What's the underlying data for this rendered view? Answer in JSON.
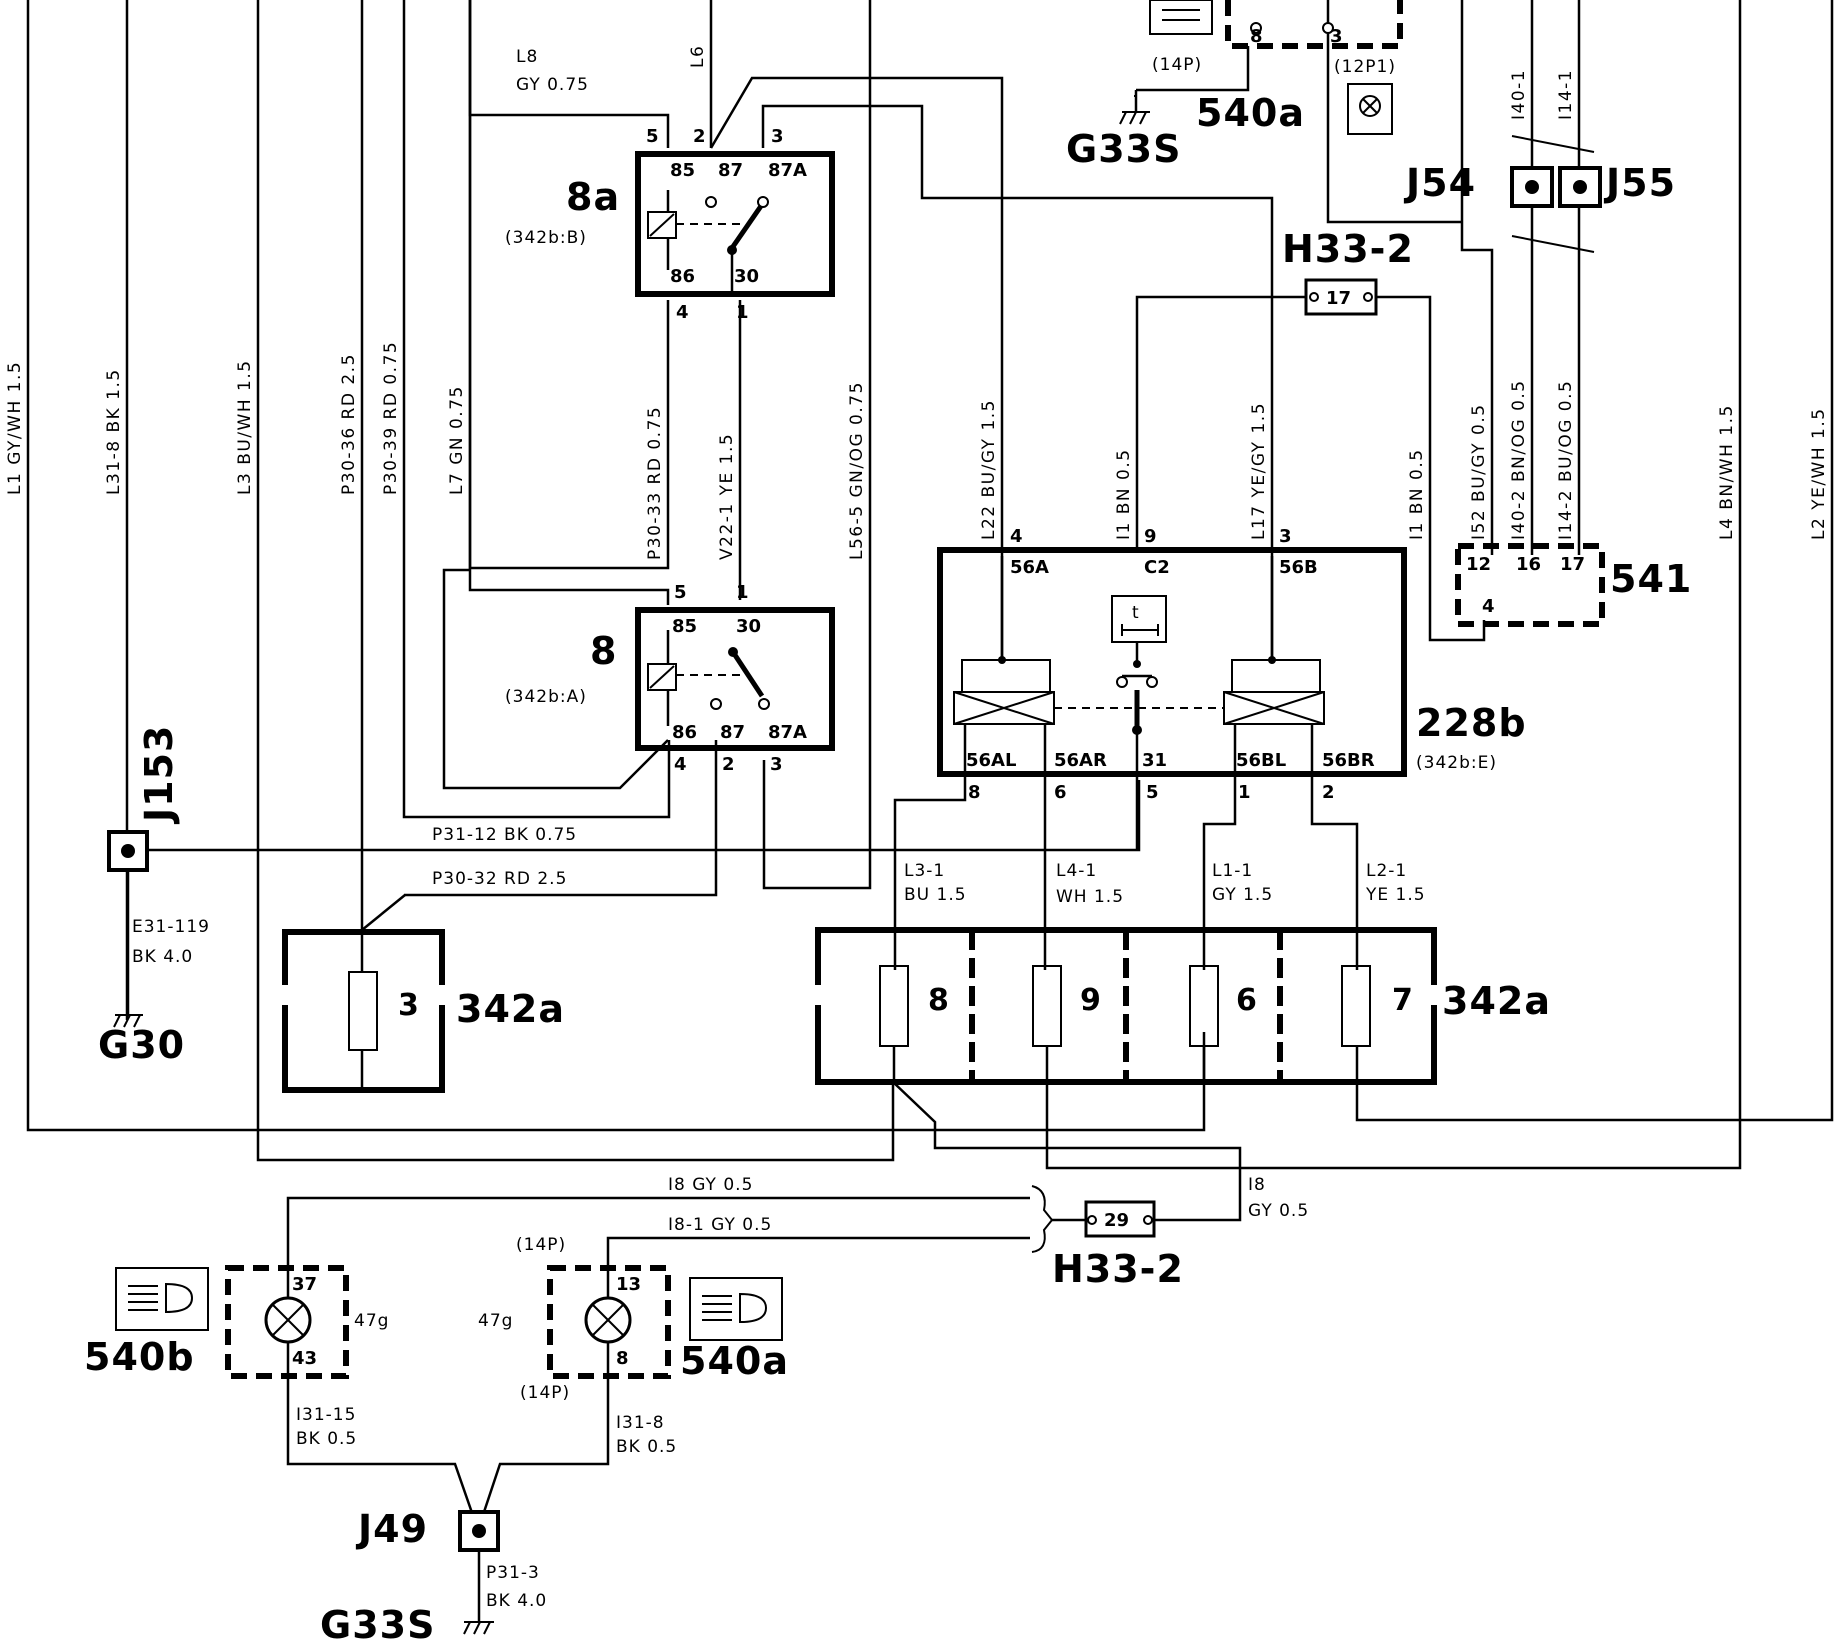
{
  "components": {
    "relay_8a": {
      "name": "8a",
      "ref": "(342b:B)",
      "terminals": [
        "85",
        "87",
        "87A",
        "86",
        "30"
      ],
      "pins": [
        "5",
        "2",
        "3",
        "4",
        "1"
      ]
    },
    "relay_8": {
      "name": "8",
      "ref": "(342b:A)",
      "terminals": [
        "85",
        "30",
        "86",
        "87",
        "87A"
      ],
      "pins": [
        "5",
        "1",
        "4",
        "2",
        "3"
      ]
    },
    "switch_228b": {
      "name": "228b",
      "ref": "(342b:E)",
      "terminals": [
        "56A",
        "C2",
        "56B",
        "56AL",
        "56AR",
        "31",
        "56BL",
        "56BR"
      ],
      "pins": [
        "4",
        "9",
        "3",
        "8",
        "6",
        "5",
        "1",
        "2"
      ],
      "timer": "t"
    },
    "fusebox_left": {
      "name": "342a",
      "fuses": [
        "3"
      ]
    },
    "fusebox_right": {
      "name": "342a",
      "fuses": [
        "8",
        "9",
        "6",
        "7"
      ]
    },
    "connector_541": {
      "name": "541",
      "pins": [
        "12",
        "16",
        "17",
        "4"
      ]
    },
    "connector_h33_top": {
      "name": "H33-2",
      "pin": "17"
    },
    "connector_h33_bottom": {
      "name": "H33-2",
      "pin": "29"
    },
    "lamp_540b": {
      "name": "540b",
      "code": "47g",
      "pins": [
        "37",
        "43"
      ]
    },
    "lamp_540a_bottom": {
      "name": "540a",
      "code": "47g",
      "pins": [
        "13",
        "8"
      ],
      "conn_top": "(14P)",
      "conn_bottom": "(14P)"
    },
    "lamp_540a_top": {
      "name": "540a",
      "pins": [
        "8",
        "3"
      ],
      "conn_left": "(14P)",
      "conn_right": "(12P1)"
    }
  },
  "grounds": {
    "g30": "G30",
    "g33s_top": "G33S",
    "g33s_bottom": "G33S"
  },
  "junctions": {
    "j153": "J153",
    "j54": "J54",
    "j55": "J55",
    "j49": "J49"
  },
  "wires": {
    "l1": "L1  GY/WH 1.5",
    "l31_8": "L31-8  BK 1.5",
    "l3": "L3  BU/WH 1.5",
    "p30_36": "P30-36  RD 2.5",
    "p30_39": "P30-39  RD 0.75",
    "l7": "L7  GN 0.75",
    "l8_id": "L8",
    "l8_spec": "GY 0.75",
    "l6": "L6",
    "p30_33": "P30-33  RD 0.75",
    "v22_1": "V22-1  YE 1.5",
    "l56_5": "L56-5  GN/OG 0.75",
    "l22": "L22  BU/GY 1.5",
    "i1_mid": "I1  BN 0.5",
    "l17": "L17  YE/GY 1.5",
    "i1_right": "I1  BN 0.5",
    "i52": "I52  BU/GY 0.5",
    "i40_2": "I40-2  BN/OG 0.5",
    "i14_2": "I14-2  BU/OG 0.5",
    "i40_1": "I40-1",
    "i14_1": "I14-1",
    "l4": "L4  BN/WH 1.5",
    "l2": "L2  YE/WH 1.5",
    "p31_12": "P31-12   BK 0.75",
    "p30_32": "P30-32   RD 2.5",
    "e31_119_id": "E31-119",
    "e31_119_spec": "BK 4.0",
    "l3_1_id": "L3-1",
    "l3_1_spec": "BU 1.5",
    "l4_1_id": "L4-1",
    "l4_1_spec": "WH 1.5",
    "l1_1_id": "L1-1",
    "l1_1_spec": "GY 1.5",
    "l2_1_id": "L2-1",
    "l2_1_spec": "YE 1.5",
    "i8_top": "I8   GY 0.5",
    "i8_1": "I8-1    GY 0.5",
    "i8_right_id": "I8",
    "i8_right_spec": "GY 0.5",
    "i31_15_id": "I31-15",
    "i31_15_spec": "BK 0.5",
    "i31_8_id": "I31-8",
    "i31_8_spec": "BK 0.5",
    "p31_3_id": "P31-3",
    "p31_3_spec": "BK 4.0"
  }
}
